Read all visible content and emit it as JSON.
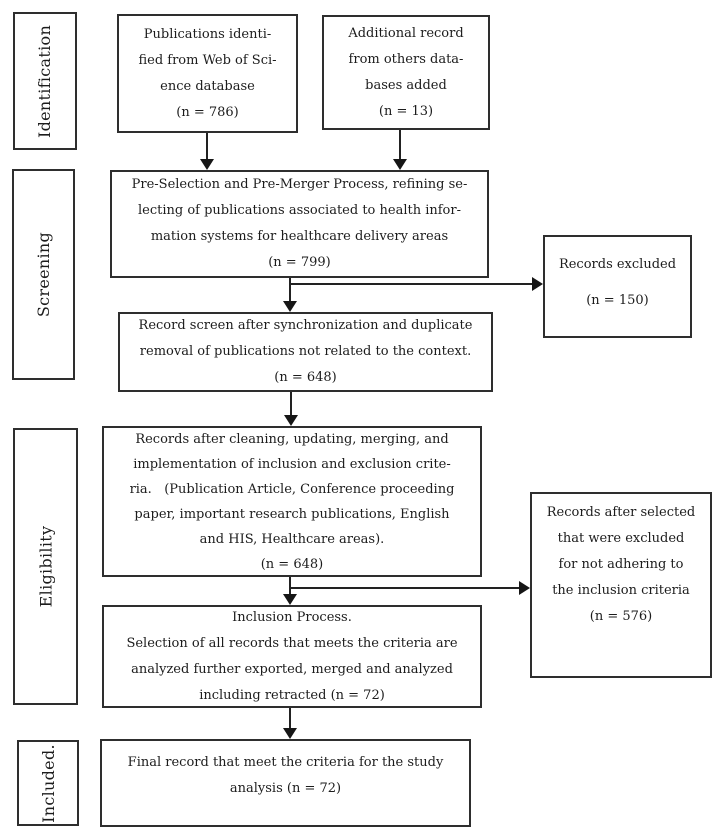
{
  "diagram_title": "PRISMA-style publication selection flow diagram",
  "stages": {
    "identification": "Identification",
    "screening": "Screening",
    "eligibility": "Eligibility",
    "included": "Included."
  },
  "boxes": {
    "wos": {
      "text": "Publications identi-\nfied from Web of Sci-\nence database\n(n = 786)"
    },
    "additional": {
      "text": "Additional record\nfrom others data-\nbases added\n(n = 13)"
    },
    "preselection": {
      "text": "Pre-Selection and Pre-Merger Process, refining se-\nlecting of publications associated to health infor-\nmation systems for healthcare delivery areas\n(n = 799)"
    },
    "excluded": {
      "text": "Records excluded\n(n = 150)"
    },
    "screen": {
      "text": "Record screen after synchronization and duplicate\nremoval of publications not related to the context.\n(n = 648)"
    },
    "cleaning": {
      "text": "Records after cleaning, updating, merging, and\nimplementation of inclusion and exclusion crite-\nria.   (Publication Article, Conference proceeding\npaper, important research publications, English\nand HIS, Healthcare areas).\n(n = 648)"
    },
    "excluded2": {
      "text": "Records after selected\nthat were excluded\nfor not adhering to\nthe inclusion criteria\n(n = 576)"
    },
    "inclusion": {
      "text": "Inclusion Process.\nSelection of all records that meets the criteria are\nanalyzed further exported, merged and analyzed\nincluding retracted (n = 72)"
    },
    "final": {
      "text": "Final record that meet the criteria for the study\nanalysis (n = 72)"
    }
  },
  "counts": {
    "web_of_science": 786,
    "additional_databases": 13,
    "pre_selection": 799,
    "records_excluded": 150,
    "record_screen": 648,
    "after_cleaning": 648,
    "excluded_not_adhering": 576,
    "inclusion_process": 72,
    "final_analysis": 72
  },
  "colors": {
    "background": "#ffffff",
    "border": "#2e2e2e",
    "text": "#1c1c1c",
    "arrow": "#161616"
  }
}
